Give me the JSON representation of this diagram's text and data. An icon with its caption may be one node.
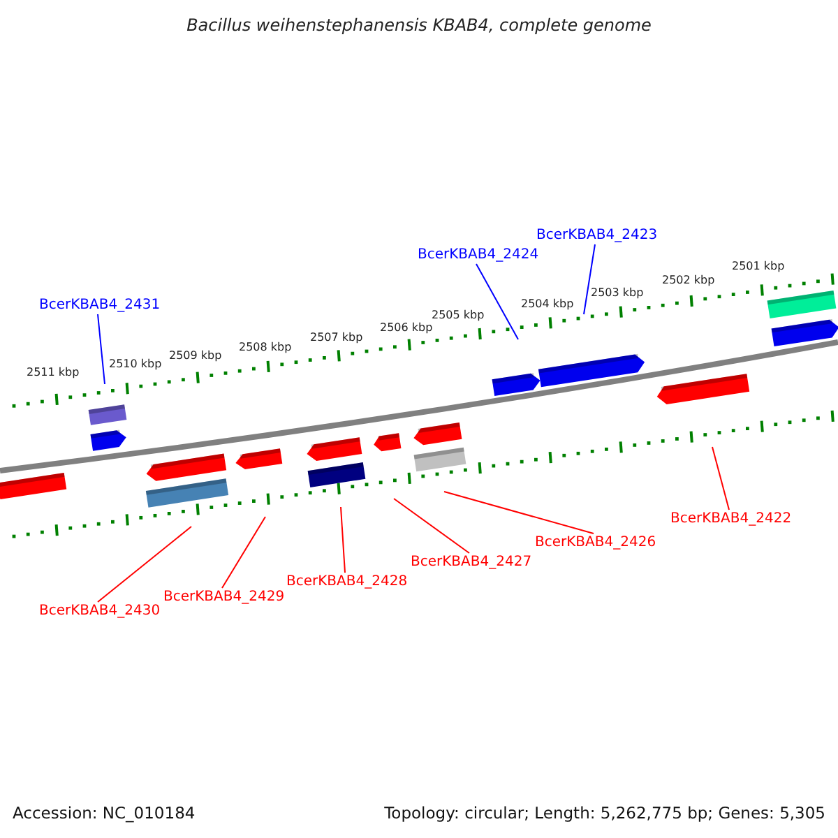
{
  "diagram": {
    "title": "Bacillus weihenstephanensis KBAB4, complete genome",
    "nodes": [
      {
        "text": [
          "BcerKBAB4_2431"
        ]
      },
      {
        "text": [
          "BcerKBAB4_2424"
        ]
      },
      {
        "text": [
          "BcerKBAB4_2423"
        ]
      },
      {
        "text": [
          "BcerKBAB4_2430"
        ]
      },
      {
        "text": [
          "BcerKBAB4_2429"
        ]
      },
      {
        "text": [
          "BcerKBAB4_2428"
        ]
      },
      {
        "text": [
          "BcerKBAB4_2427"
        ]
      },
      {
        "text": [
          "BcerKBAB4_2426"
        ]
      },
      {
        "text": [
          "BcerKBAB4_2422"
        ]
      }
    ],
    "edges": [
      {
        "from": 0,
        "to": null,
        "arrow": "none",
        "color": "#0000ff"
      },
      {
        "from": 1,
        "to": null,
        "arrow": "none",
        "color": "#0000ff"
      },
      {
        "from": 2,
        "to": null,
        "arrow": "none",
        "color": "#0000ff"
      },
      {
        "from": 3,
        "to": null,
        "arrow": "none"
      },
      {
        "from": 4,
        "to": null,
        "arrow": "none"
      },
      {
        "from": 5,
        "to": null,
        "arrow": "none"
      },
      {
        "from": 6,
        "to": null,
        "arrow": "none"
      },
      {
        "from": 7,
        "to": null,
        "arrow": "none"
      },
      {
        "from": 8,
        "to": null,
        "arrow": "none"
      }
    ],
    "labels": [
      "2511 kbp",
      "2510 kbp",
      "2509 kbp",
      "2508 kbp",
      "2507 kbp",
      "2506 kbp",
      "2505 kbp",
      "2504 kbp",
      "2503 kbp",
      "2502 kbp",
      "2501 kbp",
      "Accession: NC_010184",
      "Topology: circular; Length: 5,262,775 bp; Genes: 5,305"
    ]
  }
}
